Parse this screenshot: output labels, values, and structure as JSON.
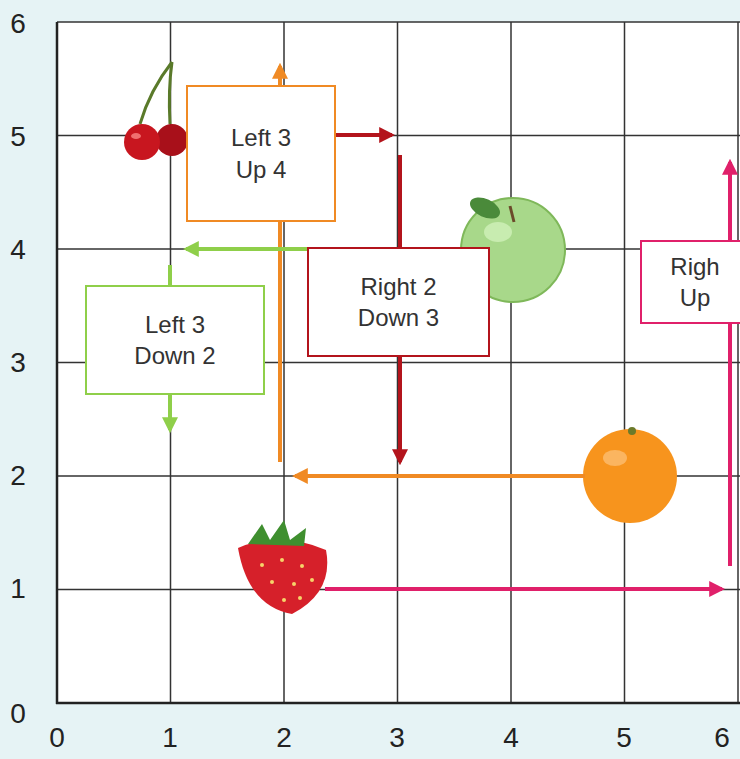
{
  "diagram": {
    "nodes": [
      {
        "text": [
          "Left 3 Up 4"
        ]
      },
      {
        "text": [
          "Right 2 Down 3"
        ]
      },
      {
        "text": [
          "Left 3 Down 2"
        ]
      },
      {
        "text": [
          "Righ Up"
        ]
      }
    ],
    "labels": [
      "6",
      "5",
      "4",
      "3",
      "2",
      "1",
      "0",
      "0",
      "1",
      "2",
      "3",
      "4",
      "5",
      "6"
    ]
  }
}
